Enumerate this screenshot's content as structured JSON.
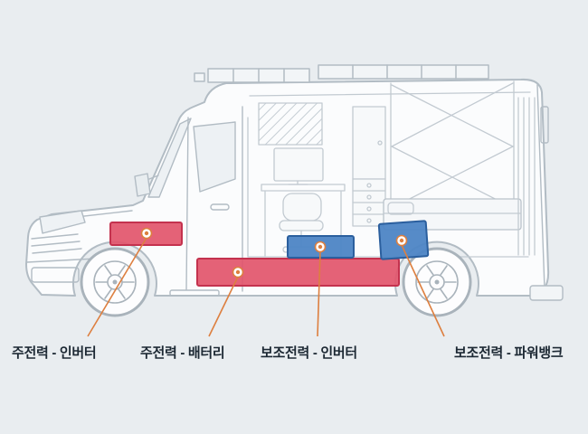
{
  "diagram": {
    "labels": {
      "main_inverter": "주전력 - 인버터",
      "main_battery": "주전력 - 배터리",
      "aux_inverter": "보조전력 - 인버터",
      "aux_powerbank": "보조전력 - 파워뱅크"
    },
    "colors": {
      "background": "#e9edf0",
      "van_outline": "#b2bcc4",
      "main_power_fill": "#e2556b",
      "main_power_border": "#c4324e",
      "aux_power_fill": "#4d85c5",
      "aux_power_border": "#2b5f9e",
      "leader_line": "#dd7f3f",
      "label_text": "#1c2833"
    }
  }
}
